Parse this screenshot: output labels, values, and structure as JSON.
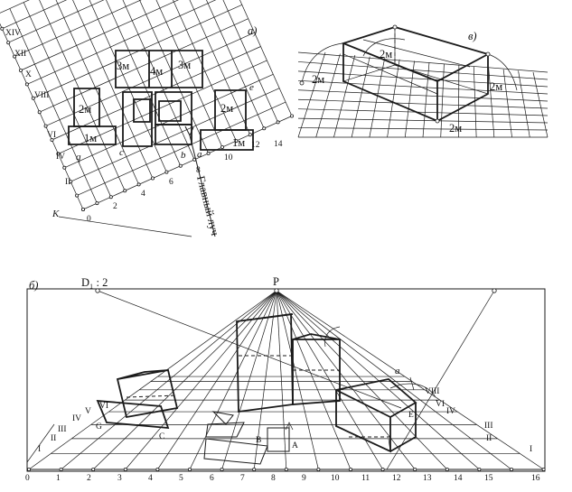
{
  "panels": {
    "a": {
      "label": "а)"
    },
    "v": {
      "label": "в)"
    },
    "b": {
      "label": "б)"
    }
  },
  "plan": {
    "row_numerals": [
      "XIV",
      "XII",
      "X",
      "VIII",
      "VI",
      "IV",
      "II"
    ],
    "bottom_numbers": [
      "0",
      "2",
      "4",
      "6",
      "8",
      "10",
      "12",
      "14"
    ],
    "point_labels": [
      "q",
      "c",
      "b",
      "a",
      "e",
      "K"
    ],
    "dimensions": [
      "3м",
      "4м",
      "3м",
      "2м",
      "1м",
      "2м",
      "1м"
    ],
    "main_ray": "Главный луч"
  },
  "sketch_v": {
    "dimensions": [
      "2м",
      "2м",
      "2м",
      "2м"
    ]
  },
  "perspective": {
    "distance_point": "D₁ : 2",
    "principal_point": "P",
    "base_numbers": [
      "0",
      "1",
      "2",
      "3",
      "4",
      "5",
      "6",
      "7",
      "8",
      "9",
      "10",
      "11",
      "12",
      "13",
      "14",
      "15",
      "16"
    ],
    "left_numerals": [
      "I",
      "II",
      "III",
      "IV",
      "V",
      "VI"
    ],
    "right_numerals": [
      "VIII",
      "VI",
      "IV",
      "III",
      "II",
      "I"
    ],
    "point_labels": [
      "a",
      "A",
      "B",
      "C",
      "E",
      "G"
    ]
  },
  "colors": {
    "ink": "#1a1a1a",
    "paper": "#ffffff"
  }
}
